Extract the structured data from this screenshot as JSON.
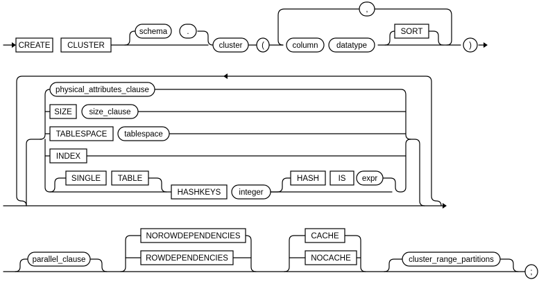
{
  "railroad": {
    "row1": {
      "create": "CREATE",
      "cluster_kw": "CLUSTER",
      "schema": "schema",
      "dot": ".",
      "cluster": "cluster",
      "lparen": "(",
      "comma": ",",
      "column": "column",
      "datatype": "datatype",
      "sort": "SORT",
      "rparen": ")"
    },
    "row2": {
      "physical_attributes_clause": "physical_attributes_clause",
      "size": "SIZE",
      "size_clause": "size_clause",
      "tablespace_kw": "TABLESPACE",
      "tablespace": "tablespace",
      "index": "INDEX",
      "single": "SINGLE",
      "table": "TABLE",
      "hashkeys": "HASHKEYS",
      "integer": "integer",
      "hash": "HASH",
      "is": "IS",
      "expr": "expr"
    },
    "row3": {
      "parallel_clause": "parallel_clause",
      "norowdependencies": "NOROWDEPENDENCIES",
      "rowdependencies": "ROWDEPENDENCIES",
      "cache": "CACHE",
      "nocache": "NOCACHE",
      "cluster_range_partitions": "cluster_range_partitions",
      "semicolon": ";"
    }
  }
}
